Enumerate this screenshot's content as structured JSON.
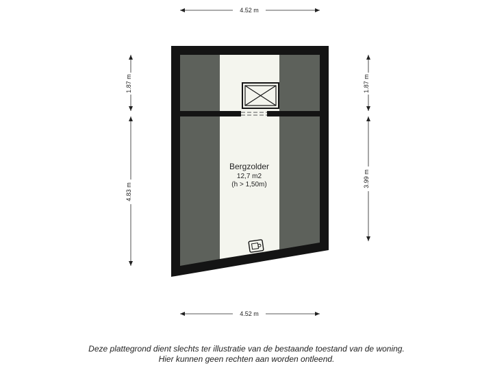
{
  "colors": {
    "wall": "#141414",
    "low_area": "#5d615b",
    "floor": "#f4f5ee",
    "dimension_line": "#222222"
  },
  "dimensions": {
    "top_width": "4.52 m",
    "bottom_width": "4.52 m",
    "left_upper": "1.87 m",
    "left_lower": "4.83 m",
    "right_upper": "1.87 m",
    "right_lower": "3.99 m"
  },
  "room": {
    "name": "Bergzolder",
    "area": "12,7 m2",
    "height_note": "(h > 1,50m)"
  },
  "icons": {
    "roof_window": "roof-window-icon",
    "boiler": "boiler-icon"
  },
  "disclaimer": {
    "line1": "Deze plattegrond dient slechts ter illustratie van de bestaande toestand van de woning.",
    "line2": "Hier kunnen geen rechten aan worden ontleend."
  }
}
